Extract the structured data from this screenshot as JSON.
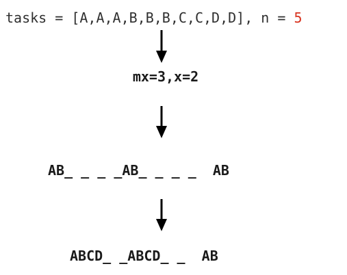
{
  "header": {
    "prefix": "tasks = [A,A,A,B,B,B,C,C,D,D], n = ",
    "n_value": "5",
    "n_color": "#d8321e"
  },
  "steps": [
    {
      "text": "mx=3,x=2"
    },
    {
      "text": "AB_ _ _ _AB_ _ _ _  AB"
    },
    {
      "text": "ABCD_ _ABCD_ _  AB"
    }
  ],
  "arrow_color": "#000000"
}
